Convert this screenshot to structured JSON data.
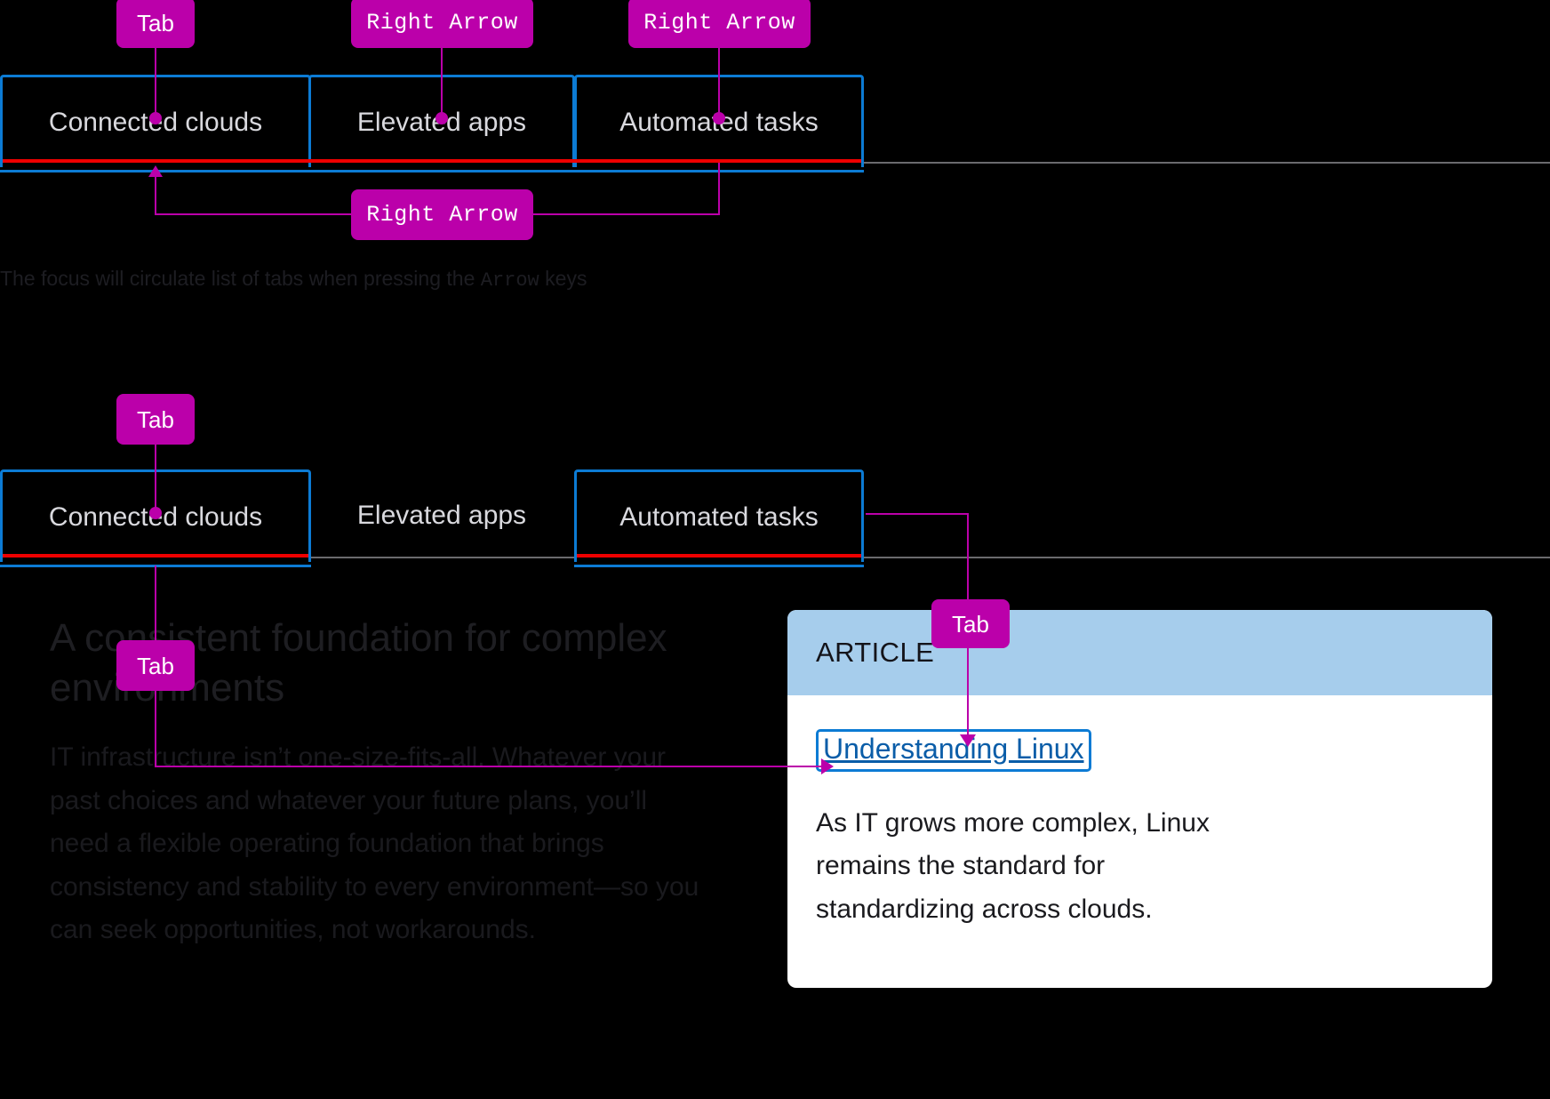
{
  "page": {
    "background": "#000000",
    "accent_magenta": "#BB00AA",
    "focus_blue": "#0C7BD4",
    "active_red": "#EE0000",
    "card_header_blue": "#A6CDEC",
    "link_blue": "#0A5DA8"
  },
  "diagram_top": {
    "tabs": [
      {
        "label": "Connected clouds",
        "focused": true,
        "active": true
      },
      {
        "label": "Elevated apps",
        "focused": true,
        "active": true
      },
      {
        "label": "Automated tasks",
        "focused": true,
        "active": true
      }
    ],
    "badges": [
      {
        "label": "Tab",
        "target": "Connected clouds"
      },
      {
        "label": "Right Arrow",
        "target": "Elevated apps"
      },
      {
        "label": "Right Arrow",
        "target": "Automated tasks"
      },
      {
        "label": "Right Arrow",
        "target": "Connected clouds (wrap around)"
      }
    ],
    "caption_before": "The focus will circulate list of tabs when pressing the ",
    "caption_code": "Arrow",
    "caption_after": " keys"
  },
  "diagram_bottom": {
    "tabs": [
      {
        "label": "Connected clouds",
        "focused": true,
        "active": true
      },
      {
        "label": "Elevated apps",
        "focused": false,
        "active": false
      },
      {
        "label": "Automated tasks",
        "focused": true,
        "active": true
      }
    ],
    "badges": [
      {
        "label": "Tab",
        "target": "Connected clouds tab"
      },
      {
        "label": "Tab",
        "target": "Body copy link"
      },
      {
        "label": "Tab",
        "target": "Understanding Linux link"
      }
    ],
    "panel": {
      "headline": "A consistent foundation for complex environments",
      "bodycopy": "IT infrastructure isn’t one-size-fits-all. Whatever your past choices and whatever your future plans, you’ll need a flexible operating foundation that brings consistency and stability to every environment—so you can seek opportunities, not workarounds."
    },
    "card": {
      "eyebrow": "ARTICLE",
      "link": "Understanding Linux",
      "text": "As IT grows more complex, Linux remains the standard for standardizing across clouds."
    }
  }
}
